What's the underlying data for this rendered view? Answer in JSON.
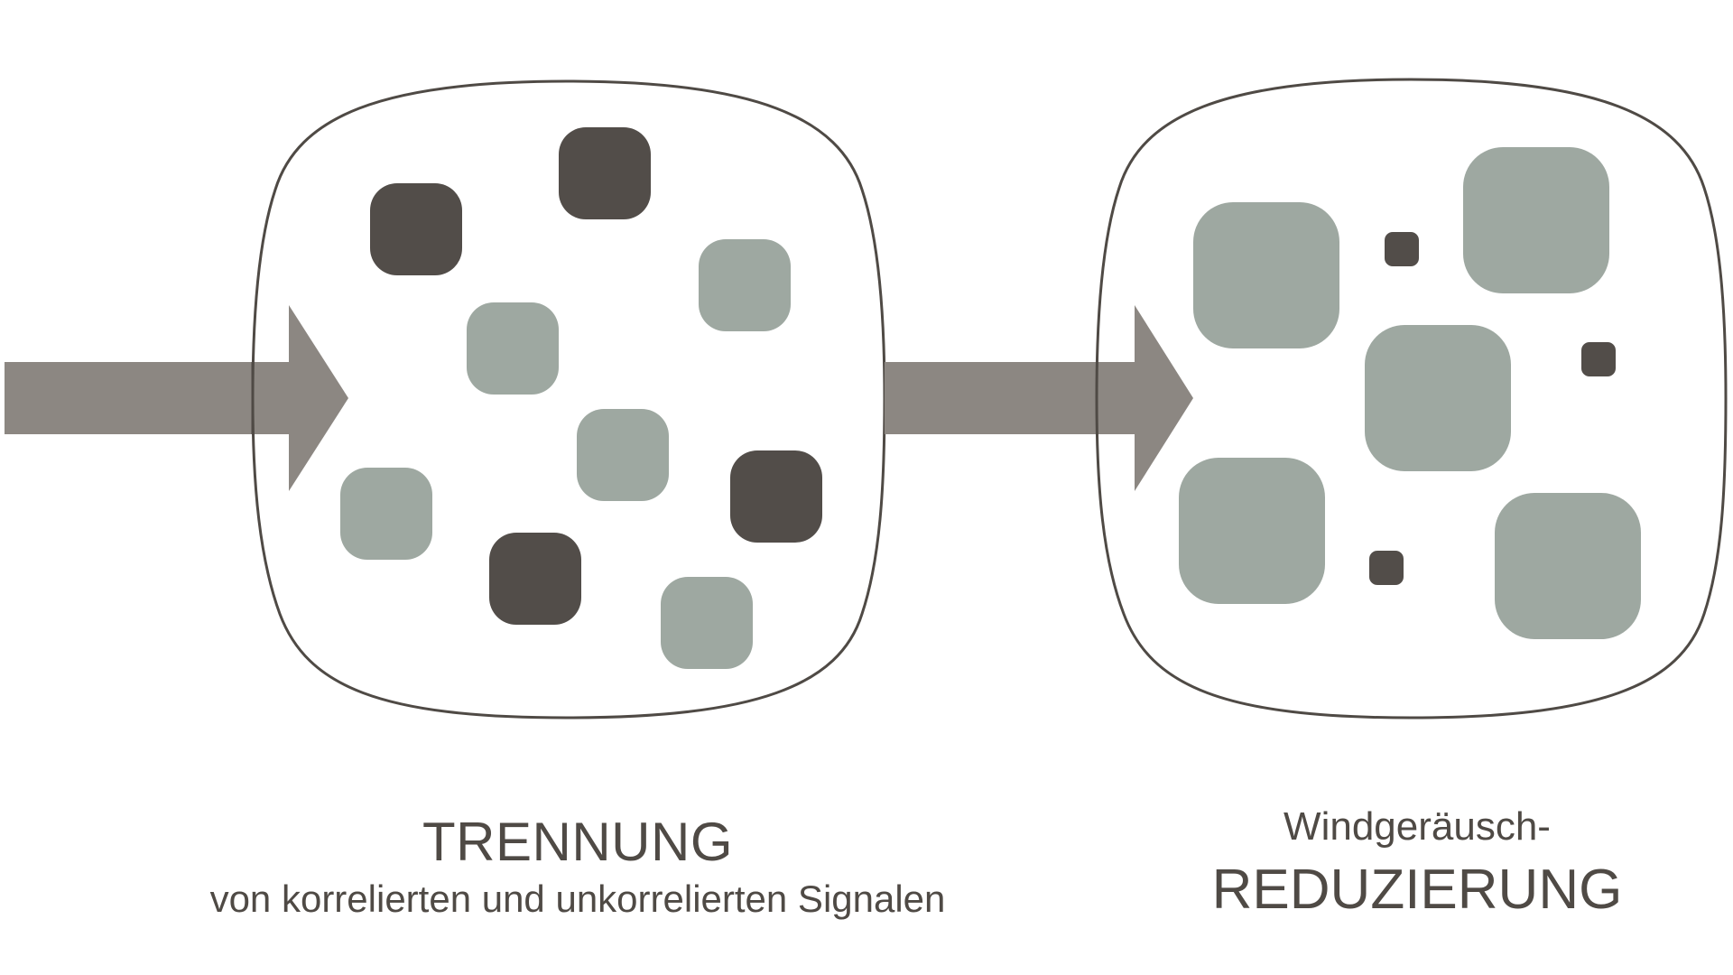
{
  "colors": {
    "arrow": "#8c8782",
    "outline": "#4f4a45",
    "dark_square": "#524d49",
    "light_square": "#9ea8a1",
    "text": "#4f4a45",
    "background": "#ffffff"
  },
  "left_caption": {
    "title": "TRENNUNG",
    "subtitle": "von korrelierten und unkorrelierten Signalen"
  },
  "right_caption": {
    "line1": "Windgeräusch-",
    "title": "REDUZIERUNG"
  },
  "icons": [
    "input-arrow-icon",
    "transfer-arrow-icon"
  ]
}
